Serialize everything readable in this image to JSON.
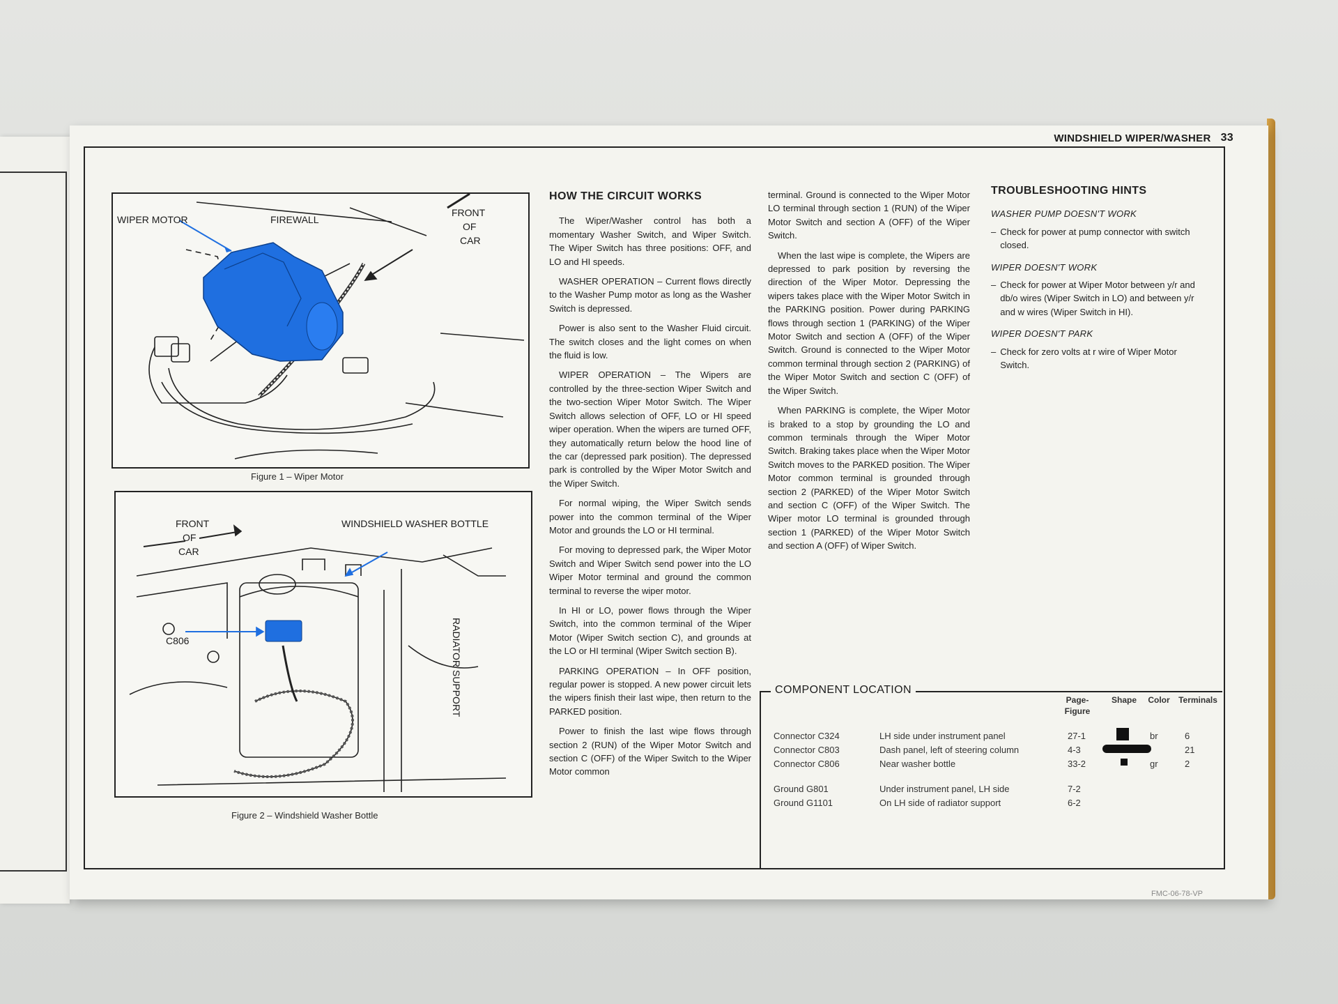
{
  "header": {
    "section_title": "WINDSHIELD WIPER/WASHER",
    "page_number": "33"
  },
  "figure1": {
    "caption": "Figure 1 – Wiper Motor",
    "labels": {
      "wiper_motor": "WIPER MOTOR",
      "firewall": "FIREWALL",
      "front_l1": "FRONT",
      "front_l2": "OF",
      "front_l3": "CAR"
    },
    "highlight_color": "#1f6fe0"
  },
  "figure2": {
    "caption": "Figure 2 – Windshield Washer Bottle",
    "labels": {
      "front_l1": "FRONT",
      "front_l2": "OF",
      "front_l3": "CAR",
      "bottle": "WINDSHIELD WASHER BOTTLE",
      "c806": "C806",
      "radiator": "RADIATOR SUPPORT"
    }
  },
  "how_it_works": {
    "title": "HOW THE CIRCUIT WORKS",
    "paragraphs": [
      "The Wiper/Washer control has both a momentary Washer Switch, and Wiper Switch. The Wiper Switch has three positions: OFF, and LO and HI speeds.",
      "WASHER OPERATION – Current flows directly to the Washer Pump motor as long as the Washer Switch is depressed.",
      "Power is also sent to the Washer Fluid circuit. The switch closes and the light comes on when the fluid is low.",
      "WIPER OPERATION – The Wipers are controlled by the three-section Wiper Switch and the two-section Wiper Motor Switch. The Wiper Switch allows selection of OFF, LO or HI speed wiper operation. When the wipers are turned OFF, they automatically return below the hood line of the car (depressed park position). The depressed park is controlled by the Wiper Motor Switch and the Wiper Switch.",
      "For normal wiping, the Wiper Switch sends power into the common terminal of the Wiper Motor and grounds the LO or HI terminal.",
      "For moving to depressed park, the Wiper Motor Switch and Wiper Switch send power into the LO Wiper Motor terminal and ground the common terminal to reverse the wiper motor.",
      "In HI or LO, power flows through the Wiper Switch, into the common terminal of the Wiper Motor (Wiper Switch section C), and grounds at the LO or HI terminal (Wiper Switch section B).",
      "PARKING OPERATION – In OFF position, regular power is stopped. A new power circuit lets the wipers finish their last wipe, then return to the PARKED position.",
      "Power to finish the last wipe flows through section 2 (RUN) of the Wiper Motor Switch and section C (OFF) of the Wiper Switch to the Wiper Motor common"
    ],
    "continued": [
      "terminal. Ground is connected to the Wiper Motor LO terminal through section 1 (RUN) of the Wiper Motor Switch and section A (OFF) of the Wiper Switch.",
      "When the last wipe is complete, the Wipers are depressed to park position by reversing the direction of the Wiper Motor. Depressing the wipers takes place with the Wiper Motor Switch in the PARKING position. Power during PARKING flows through section 1 (PARKING) of the Wiper Motor Switch and section A (OFF) of the Wiper Switch. Ground is connected to the Wiper Motor common terminal through section 2 (PARKING) of the Wiper Motor Switch and section C (OFF) of the Wiper Switch.",
      "When PARKING is complete, the Wiper Motor is braked to a stop by grounding the LO and common terminals through the Wiper Motor Switch. Braking takes place when the Wiper Motor Switch moves to the PARKED position. The Wiper Motor common terminal is grounded through section 2 (PARKED) of the Wiper Motor Switch and section C (OFF) of the Wiper Switch. The Wiper motor LO terminal is grounded through section 1 (PARKED) of the Wiper Motor Switch and section A (OFF) of Wiper Switch."
    ]
  },
  "troubleshooting": {
    "title": "TROUBLESHOOTING HINTS",
    "sections": [
      {
        "heading": "WASHER PUMP DOESN'T WORK",
        "item": "Check for power at pump connector with switch closed."
      },
      {
        "heading": "WIPER DOESN'T WORK",
        "item": "Check for power at Wiper Motor between y/r and db/o wires (Wiper Switch in LO) and between y/r and w wires (Wiper Switch in HI)."
      },
      {
        "heading": "WIPER DOESN'T PARK",
        "item": "Check for zero volts at r wire of Wiper Motor Switch."
      }
    ]
  },
  "component_location": {
    "title": "COMPONENT LOCATION",
    "columns": {
      "page_figure_l1": "Page-",
      "page_figure_l2": "Figure",
      "shape": "Shape",
      "color": "Color",
      "terminals": "Terminals"
    },
    "rows": [
      {
        "name": "Connector C324",
        "location": "LH side under instrument panel",
        "page_figure": "27-1",
        "color": "br",
        "terminals": "6"
      },
      {
        "name": "Connector C803",
        "location": "Dash panel, left of steering column",
        "page_figure": "4-3",
        "color": "",
        "terminals": "21"
      },
      {
        "name": "Connector C806",
        "location": "Near washer bottle",
        "page_figure": "33-2",
        "color": "gr",
        "terminals": "2"
      },
      {
        "name": "Ground G801",
        "location": "Under instrument panel, LH side",
        "page_figure": "7-2",
        "color": "",
        "terminals": ""
      },
      {
        "name": "Ground G1101",
        "location": "On LH side of radiator support",
        "page_figure": "6-2",
        "color": "",
        "terminals": ""
      }
    ]
  },
  "footer_code": "FMC-06-78-VP"
}
